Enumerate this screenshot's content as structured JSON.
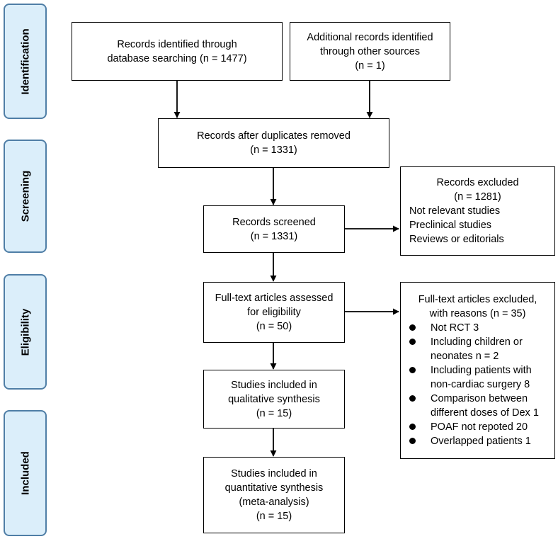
{
  "phases": {
    "identification": "Identification",
    "screening": "Screening",
    "eligibility": "Eligibility",
    "included": "Included"
  },
  "boxes": {
    "database": [
      "Records identified through",
      "database searching (n = 1477)"
    ],
    "other_sources": [
      "Additional records identified",
      "through other sources",
      "(n = 1)"
    ],
    "duplicates_removed": [
      "Records after duplicates removed",
      "(n = 1331)"
    ],
    "screened": [
      "Records screened",
      "(n = 1331)"
    ],
    "fulltext_assessed": [
      "Full-text articles assessed",
      "for eligibility",
      "(n = 50)"
    ],
    "qualitative": [
      "Studies included in",
      "qualitative synthesis",
      "(n = 15)"
    ],
    "quantitative": [
      "Studies included in",
      "quantitative synthesis",
      "(meta-analysis)",
      "(n = 15)"
    ]
  },
  "records_excluded": {
    "header": [
      "Records excluded",
      "(n = 1281)"
    ],
    "items": [
      "Not relevant studies",
      "Preclinical studies",
      "Reviews or editorials"
    ]
  },
  "fulltext_excluded": {
    "header": [
      "Full-text articles excluded,",
      "with reasons (n = 35)"
    ],
    "items": [
      [
        "Not RCT 3"
      ],
      [
        "Including children or",
        "neonates n = 2"
      ],
      [
        "Including patients with",
        "non-cardiac surgery 8"
      ],
      [
        "Comparison between",
        "different doses of Dex 1"
      ],
      [
        "POAF not repoted 20"
      ],
      [
        "Overlapped patients 1"
      ]
    ]
  }
}
